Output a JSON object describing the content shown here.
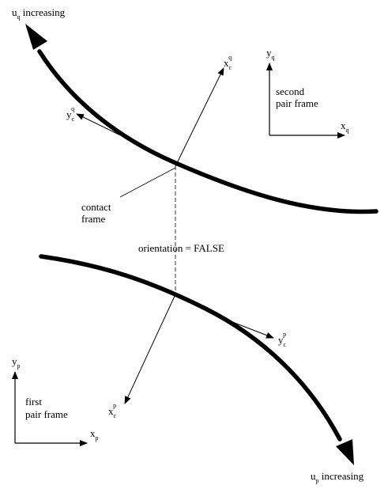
{
  "labels": {
    "uq_main": "u",
    "uq_sub": "q",
    "uq_rest": " increasing",
    "up_main": "u",
    "up_sub": "p",
    "up_rest": " increasing",
    "second_frame_line1": "second",
    "second_frame_line2": "pair frame",
    "first_frame_line1": "first",
    "first_frame_line2": "pair frame",
    "contact_line1": "contact",
    "contact_line2": "frame",
    "orientation": "orientation = FALSE",
    "yq_main": "y",
    "yq_sub": "q",
    "xq_main": "x",
    "xq_sub": "q",
    "yp_main": "y",
    "yp_sub": "p",
    "xp_main": "x",
    "xp_sub": "p",
    "xcq_main": "x",
    "xcq_sub": "c",
    "xcq_sup": "q",
    "ycq_main": "y",
    "ycq_sub": "c",
    "ycq_sup": "q",
    "xcp_main": "x",
    "xcp_sub": "c",
    "xcp_sup": "p",
    "ycp_main": "y",
    "ycp_sub": "c",
    "ycp_sup": "p"
  },
  "colors": {
    "ink": "#000000",
    "background": "#ffffff"
  }
}
